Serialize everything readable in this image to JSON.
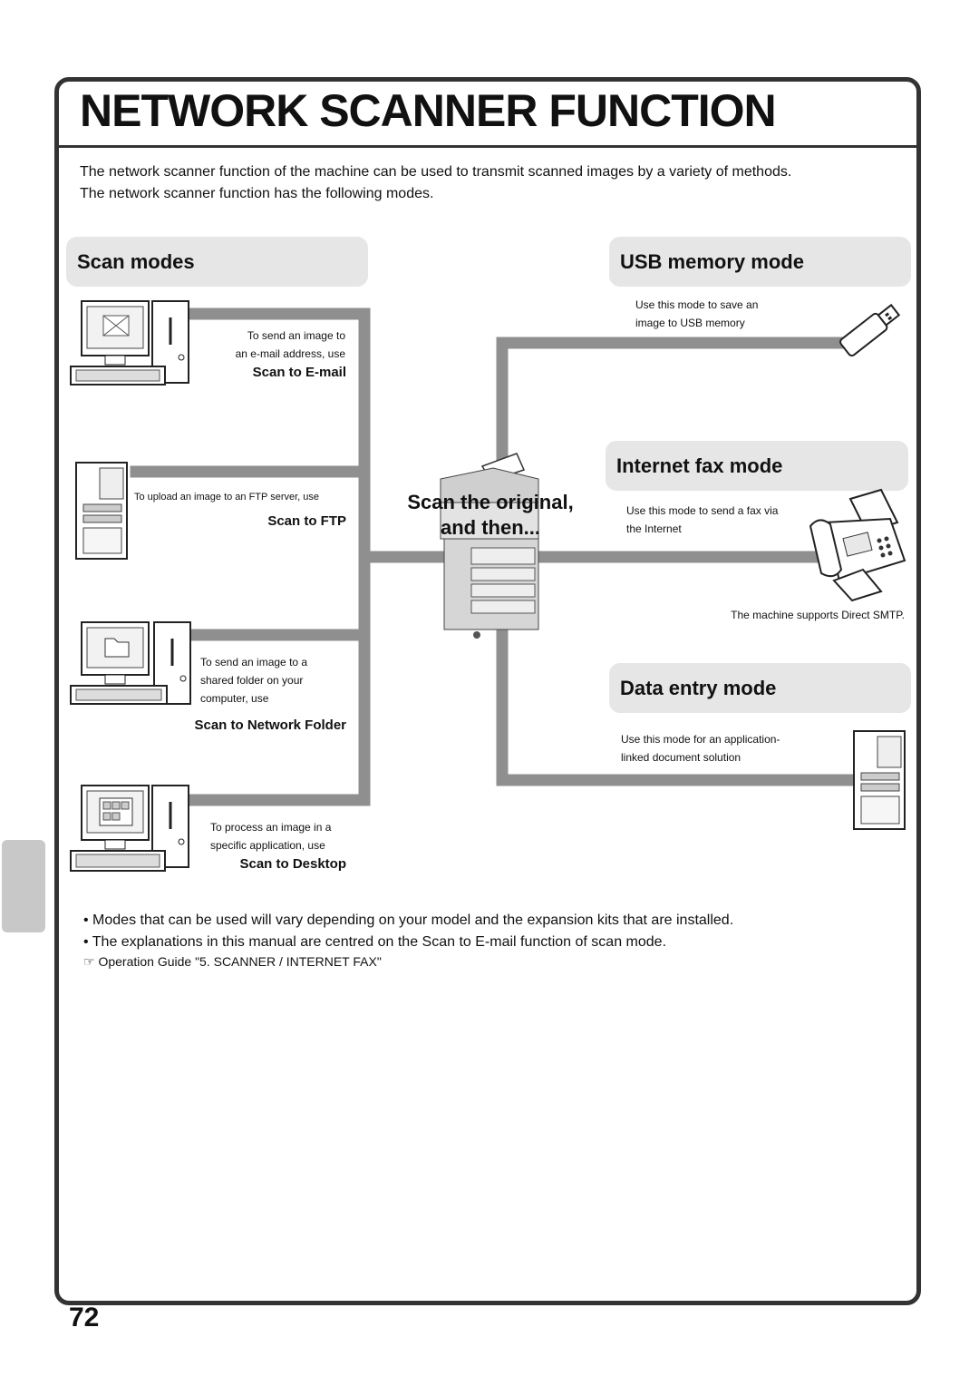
{
  "header": {
    "title": "NETWORK SCANNER FUNCTION"
  },
  "intro": {
    "line1": "The network scanner function of the machine can be used to transmit scanned images by a variety of methods.",
    "line2": "The network scanner function has the following modes."
  },
  "scan_modes": {
    "heading": "Scan modes",
    "email": {
      "note": [
        "To send an image to",
        "an e-mail address, use"
      ],
      "label": "Scan to E-mail"
    },
    "ftp": {
      "note": "To upload an image to an FTP server, use",
      "label": "Scan to FTP"
    },
    "folder": {
      "note": [
        "To send an image to a",
        "shared folder on your",
        "computer, use"
      ],
      "label": "Scan to Network Folder"
    },
    "desktop": {
      "note": [
        "To process an image in a",
        "specific application, use"
      ],
      "label": "Scan to Desktop"
    }
  },
  "center": {
    "line1": "Scan the original,",
    "line2": "and then..."
  },
  "usb": {
    "heading": "USB memory mode",
    "note": [
      "Use this mode to save an",
      "image to USB memory"
    ]
  },
  "ifax": {
    "heading": "Internet fax mode",
    "note": [
      "Use this mode to send a fax via",
      "the Internet"
    ],
    "smtp": "The machine supports Direct SMTP."
  },
  "data_entry": {
    "heading": "Data entry mode",
    "note": [
      "Use this mode for an application-",
      "linked document solution"
    ]
  },
  "bullets": [
    "Modes that can be used will vary depending on your model and the expansion kits that are installed.",
    "The explanations in this manual are centred on the Scan to E-mail function of scan mode."
  ],
  "reference": {
    "symbol": "☞",
    "text": "Operation Guide \"5. SCANNER / INTERNET FAX\""
  },
  "page": {
    "number": "72"
  },
  "colors": {
    "frame": "#333333",
    "pill": "#e6e6e6",
    "connector": "#8f8f8f",
    "side_tab": "#c8c8c8"
  }
}
